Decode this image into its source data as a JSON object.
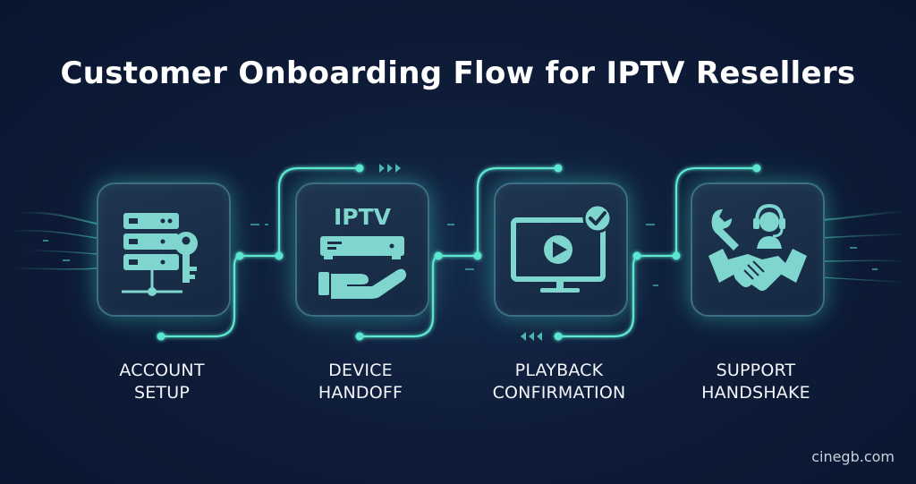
{
  "title": "Customer Onboarding Flow for IPTV Resellers",
  "steps": [
    {
      "label_line1": "ACCOUNT",
      "label_line2": "SETUP",
      "icon": "server-key-icon"
    },
    {
      "label_line1": "DEVICE",
      "label_line2": "HANDOFF",
      "icon": "iptv-box-hand-icon",
      "icon_text": "IPTV"
    },
    {
      "label_line1": "PLAYBACK",
      "label_line2": "CONFIRMATION",
      "icon": "monitor-play-check-icon"
    },
    {
      "label_line1": "SUPPORT",
      "label_line2": "HANDSHAKE",
      "icon": "support-handshake-icon"
    }
  ],
  "watermark": "cinegb.com",
  "colors": {
    "background": "#0e1c38",
    "accent": "#5ee8d2",
    "card_border": "#3c6f86",
    "text": "#ffffff"
  }
}
